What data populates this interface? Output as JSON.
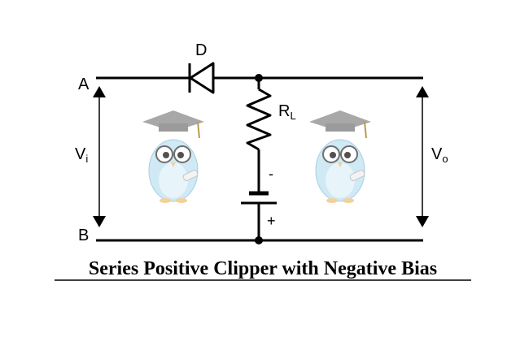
{
  "labels": {
    "terminal_a": "A",
    "terminal_b": "B",
    "diode": "D",
    "load_resistor": "R",
    "load_resistor_sub": "L",
    "input_voltage": "V",
    "input_voltage_sub": "i",
    "output_voltage": "V",
    "output_voltage_sub": "o",
    "battery_minus": "-",
    "battery_plus": "+"
  },
  "caption": "Series Positive Clipper with Negative Bias",
  "colors": {
    "wire": "#000000",
    "owl_body": "#c7e6f4",
    "owl_cap": "#8a8a8a",
    "owl_beak": "#f0c98a"
  },
  "icons": [
    "owl-mascot-icon",
    "owl-mascot-icon"
  ]
}
